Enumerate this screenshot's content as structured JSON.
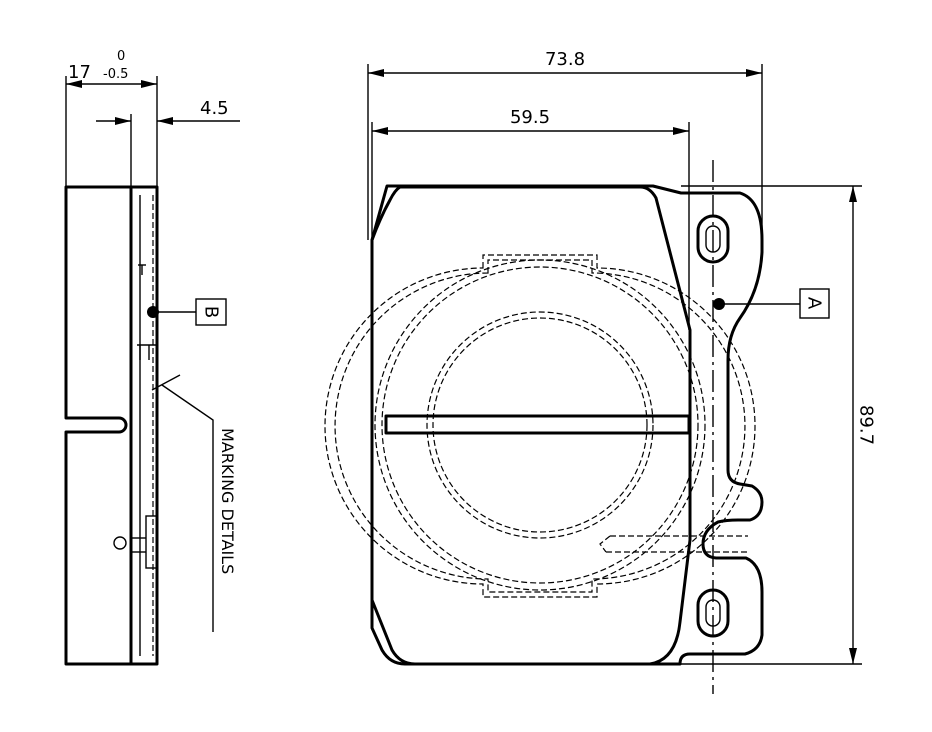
{
  "dimensions": {
    "overall_width": "73.8",
    "inner_width": "59.5",
    "height": "89.7",
    "thickness_nominal": "17",
    "thickness_upper_tol": "0",
    "thickness_lower_tol": "-0.5",
    "backplate_thickness": "4.5"
  },
  "datums": {
    "a": "A",
    "b": "B"
  },
  "notes": {
    "marking_details": "MARKING DETAILS"
  }
}
